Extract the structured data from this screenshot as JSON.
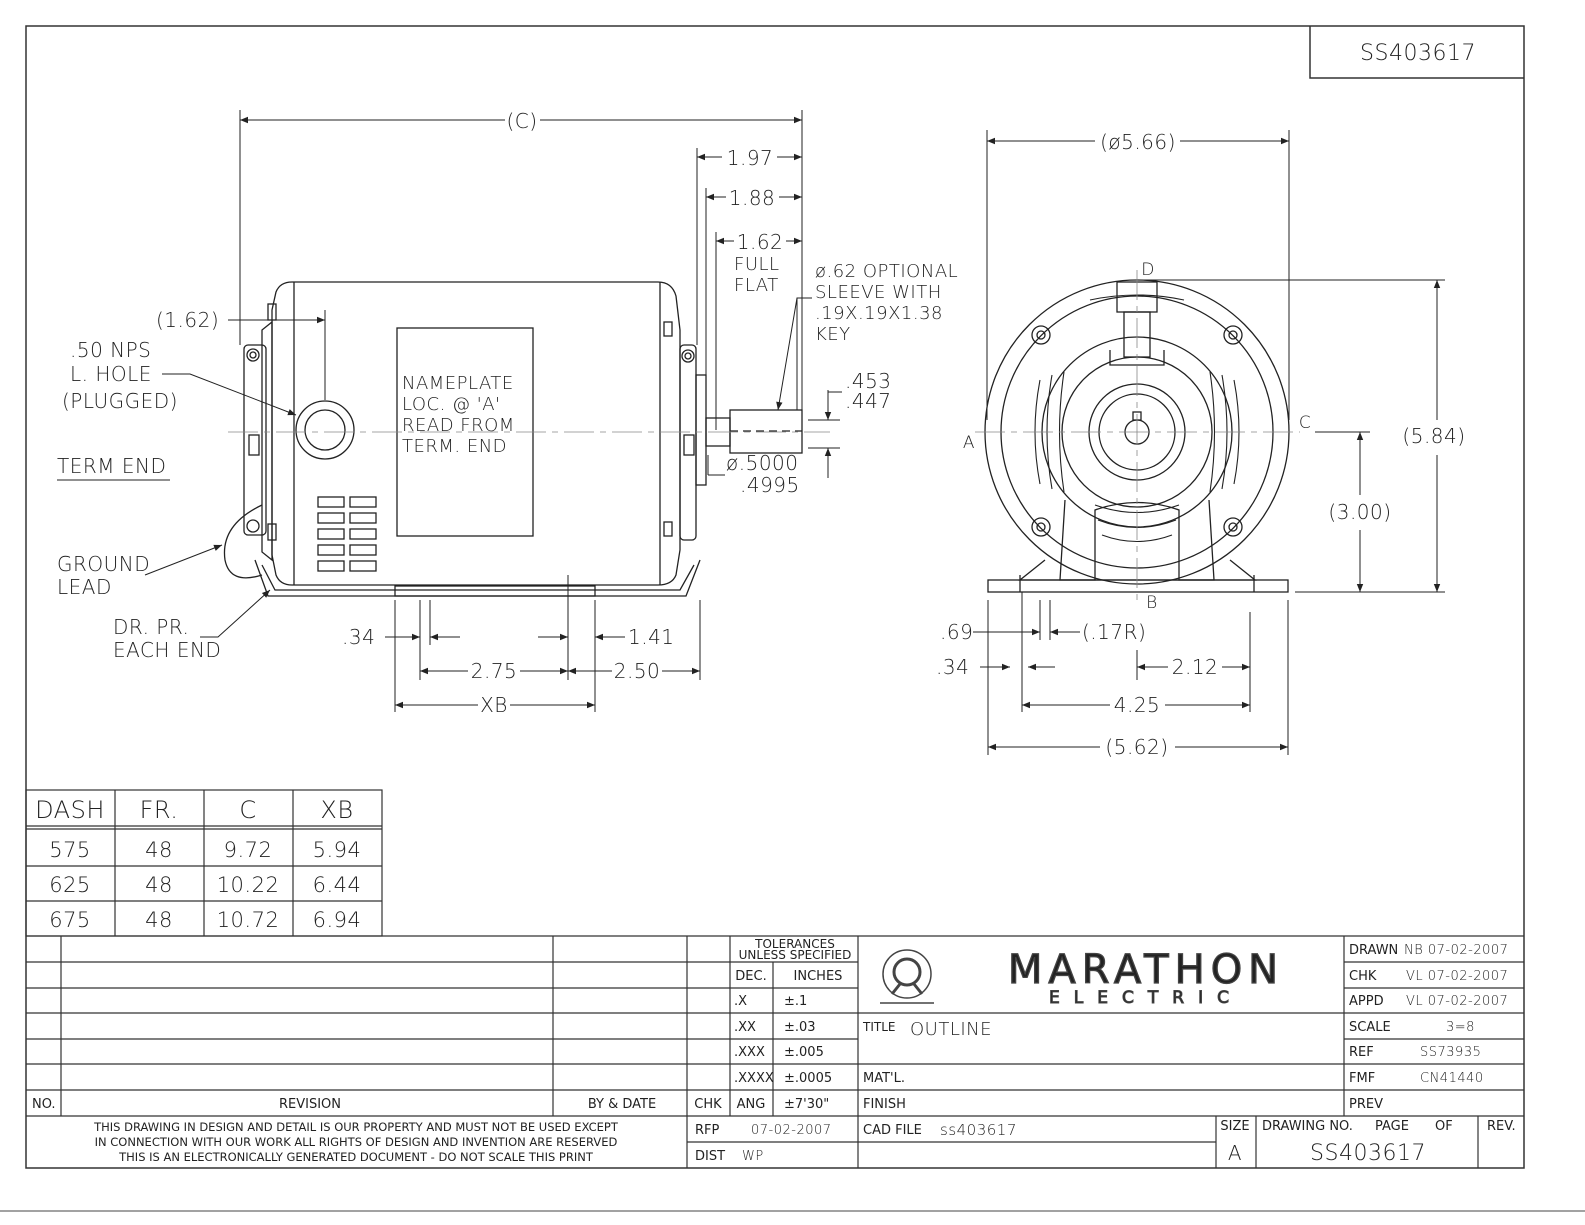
{
  "drawing_number_top": "SS403617",
  "side_view": {
    "dim_c": "(C)",
    "dim_1_97": "1.97",
    "dim_1_88": "1.88",
    "dim_1_62_flat": "1.62",
    "full_flat": [
      "FULL",
      "FLAT"
    ],
    "optional_sleeve": [
      "ø.62 OPTIONAL",
      "SLEEVE WITH",
      ".19X.19X1.38",
      "KEY"
    ],
    "dim_453": ".453",
    "dim_447": ".447",
    "shaft_dia_1": "ø.5000",
    "shaft_dia_2": ".4995",
    "dim_1_62_paren": "(1.62)",
    "nps_hole": [
      ".50 NPS",
      "L. HOLE",
      "(PLUGGED)"
    ],
    "term_end": "TERM END",
    "ground_lead": [
      "GROUND",
      "LEAD"
    ],
    "drain_plug": [
      "DR. PR.",
      "EACH END"
    ],
    "nameplate": [
      "NAMEPLATE",
      "LOC. @ 'A'",
      "READ FROM",
      "TERM. END"
    ],
    "dim_34": ".34",
    "dim_1_41": "1.41",
    "dim_2_75": "2.75",
    "dim_2_50": "2.50",
    "dim_xb": "XB"
  },
  "end_view": {
    "dim_dia": "(ø5.66)",
    "label_d": "D",
    "label_a": "A",
    "label_b": "B",
    "label_c": "C",
    "dim_5_84": "(5.84)",
    "dim_3_00": "(3.00)",
    "dim_69": ".69",
    "dim_17r": "(.17R)",
    "dim_34": ".34",
    "dim_2_12": "2.12",
    "dim_4_25": "4.25",
    "dim_5_62": "(5.62)"
  },
  "dash_table": {
    "headers": [
      "DASH",
      "FR.",
      "C",
      "XB"
    ],
    "rows": [
      [
        "575",
        "48",
        "9.72",
        "5.94"
      ],
      [
        "625",
        "48",
        "10.22",
        "6.44"
      ],
      [
        "675",
        "48",
        "10.72",
        "6.94"
      ]
    ]
  },
  "title_block": {
    "no_label": "NO.",
    "revision_label": "REVISION",
    "by_date_label": "BY & DATE",
    "chk_label": "CHK",
    "ang_label": "ANG",
    "ang_value": "±7'30\"",
    "tolerances_title": [
      "TOLERANCES",
      "UNLESS SPECIFIED"
    ],
    "dec_label": "DEC.",
    "inches_label": "INCHES",
    "tolerances": [
      {
        "dec": ".X",
        "tol": "±.1"
      },
      {
        "dec": ".XX",
        "tol": "±.03"
      },
      {
        "dec": ".XXX",
        "tol": "±.005"
      },
      {
        "dec": ".XXXX",
        "tol": "±.0005"
      }
    ],
    "brand_line1": "MARATHON",
    "brand_line2": "ELECTRIC",
    "title_label": "TITLE",
    "title_value": "OUTLINE",
    "matl_label": "MAT'L.",
    "finish_label": "FINISH",
    "cad_file_label": "CAD FILE",
    "cad_file_value": "ss403617",
    "rfp_label": "RFP",
    "rfp_value": "07-02-2007",
    "dist_label": "DIST",
    "dist_value": "WP",
    "size_label": "SIZE",
    "size_value": "A",
    "drawing_no_label": "DRAWING NO.",
    "page_label": "PAGE",
    "of_label": "OF",
    "rev_label": "REV.",
    "drawing_no_value": "SS403617",
    "drawn_label": "DRAWN",
    "drawn_value": "NB 07-02-2007",
    "chk2_label": "CHK",
    "chk2_value": "VL 07-02-2007",
    "appd_label": "APPD",
    "appd_value": "VL 07-02-2007",
    "scale_label": "SCALE",
    "scale_value": "3=8",
    "ref_label": "REF",
    "ref_value": "SS73935",
    "fmf_label": "FMF",
    "fmf_value": "CN41440",
    "prev_label": "PREV",
    "disclaimer": [
      "THIS DRAWING IN DESIGN AND DETAIL IS OUR PROPERTY AND MUST NOT BE USED EXCEPT",
      "IN CONNECTION WITH OUR WORK ALL RIGHTS OF DESIGN AND INVENTION ARE RESERVED",
      "THIS IS AN ELECTRONICALLY GENERATED DOCUMENT - DO NOT SCALE THIS PRINT"
    ]
  }
}
